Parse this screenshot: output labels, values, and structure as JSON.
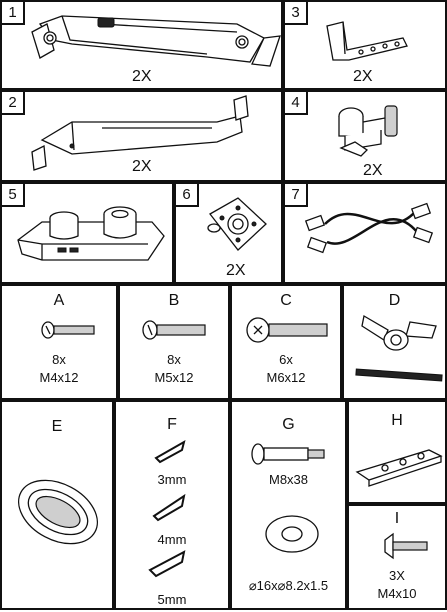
{
  "parts": [
    {
      "num": "1",
      "qty": "2X",
      "icon": "arm-segment-icon"
    },
    {
      "num": "2",
      "qty": "2X",
      "icon": "arm-extension-icon"
    },
    {
      "num": "3",
      "qty": "2X",
      "icon": "l-bracket-icon"
    },
    {
      "num": "4",
      "qty": "2X",
      "icon": "desk-clamp-icon"
    },
    {
      "num": "5",
      "qty": "",
      "icon": "base-plate-icon"
    },
    {
      "num": "6",
      "qty": "2X",
      "icon": "vesa-plate-icon"
    },
    {
      "num": "7",
      "qty": "",
      "icon": "usb-cable-icon"
    }
  ],
  "hardware": [
    {
      "letter": "A",
      "qty": "8x",
      "size": "M4x12"
    },
    {
      "letter": "B",
      "qty": "8x",
      "size": "M5x12"
    },
    {
      "letter": "C",
      "qty": "6x",
      "size": "M6x12"
    },
    {
      "letter": "D",
      "qty": "",
      "size": ""
    },
    {
      "letter": "E",
      "qty": "",
      "size": ""
    },
    {
      "letter": "F",
      "sizes": [
        "3mm",
        "4mm",
        "5mm"
      ]
    },
    {
      "letter": "G",
      "size": "M8x38",
      "washer": "⌀16x⌀8.2x1.5"
    },
    {
      "letter": "H",
      "qty": "",
      "size": ""
    },
    {
      "letter": "I",
      "qty": "3X",
      "size": "M4x10"
    }
  ]
}
